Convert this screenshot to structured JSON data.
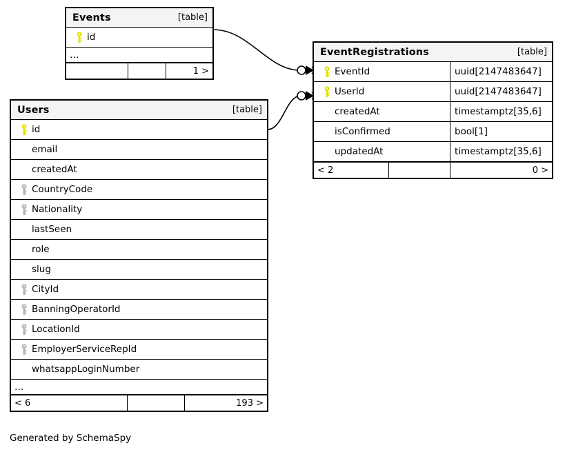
{
  "diagram": {
    "caption": "Generated by SchemaSpy",
    "table_tag": "[table]",
    "ellipsis": "..."
  },
  "tables": {
    "events": {
      "name": "Events",
      "tag": "[table]",
      "columns": [
        {
          "name": "id",
          "key": "primary",
          "type": ""
        }
      ],
      "has_more": true,
      "more_label": "...",
      "footer": {
        "left": "",
        "middle": "",
        "right": "1 >"
      }
    },
    "event_registrations": {
      "name": "EventRegistrations",
      "tag": "[table]",
      "columns": [
        {
          "name": "EventId",
          "key": "primary",
          "type": "uuid[2147483647]"
        },
        {
          "name": "UserId",
          "key": "primary",
          "type": "uuid[2147483647]"
        },
        {
          "name": "createdAt",
          "key": "none",
          "type": "timestamptz[35,6]"
        },
        {
          "name": "isConfirmed",
          "key": "none",
          "type": "bool[1]"
        },
        {
          "name": "updatedAt",
          "key": "none",
          "type": "timestamptz[35,6]"
        }
      ],
      "has_more": false,
      "more_label": "",
      "footer": {
        "left": "< 2",
        "middle": "",
        "right": "0 >"
      }
    },
    "users": {
      "name": "Users",
      "tag": "[table]",
      "columns": [
        {
          "name": "id",
          "key": "primary",
          "type": ""
        },
        {
          "name": "email",
          "key": "none",
          "type": ""
        },
        {
          "name": "createdAt",
          "key": "none",
          "type": ""
        },
        {
          "name": "CountryCode",
          "key": "foreign",
          "type": ""
        },
        {
          "name": "Nationality",
          "key": "foreign",
          "type": ""
        },
        {
          "name": "lastSeen",
          "key": "none",
          "type": ""
        },
        {
          "name": "role",
          "key": "none",
          "type": ""
        },
        {
          "name": "slug",
          "key": "none",
          "type": ""
        },
        {
          "name": "CityId",
          "key": "foreign",
          "type": ""
        },
        {
          "name": "BanningOperatorId",
          "key": "foreign",
          "type": ""
        },
        {
          "name": "LocationId",
          "key": "foreign",
          "type": ""
        },
        {
          "name": "EmployerServiceRepId",
          "key": "foreign",
          "type": ""
        },
        {
          "name": "whatsappLoginNumber",
          "key": "none",
          "type": ""
        }
      ],
      "has_more": true,
      "more_label": "...",
      "footer": {
        "left": "< 6",
        "middle": "",
        "right": "193 >"
      }
    }
  },
  "relationships": [
    {
      "from": "Events",
      "from_column": "id",
      "to": "EventRegistrations",
      "to_column": "EventId"
    },
    {
      "from": "Users",
      "from_column": "id",
      "to": "EventRegistrations",
      "to_column": "UserId"
    }
  ],
  "colors": {
    "primary_key": "#e3e300",
    "foreign_key": "#b3b3b3",
    "border": "#000000",
    "header_background": "#f4f4f4",
    "canvas_background": "#ffffff"
  }
}
